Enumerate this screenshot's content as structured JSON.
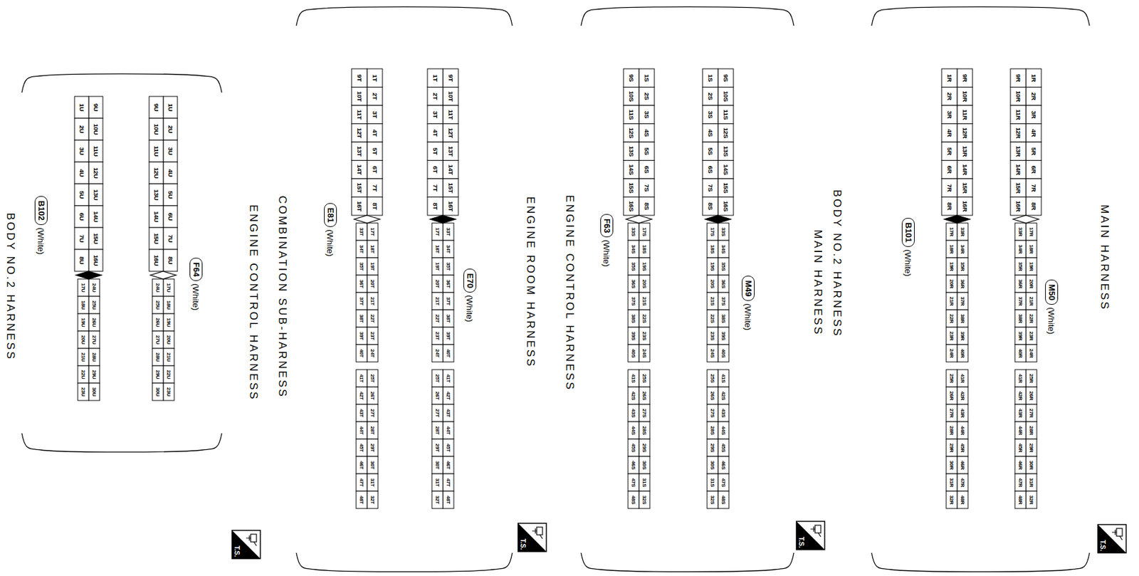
{
  "diagram": {
    "nodes": [
      {
        "text": [
          "M50"
        ]
      },
      {
        "text": [
          "B101"
        ]
      },
      {
        "text": [
          "M49"
        ]
      },
      {
        "text": [
          "F63"
        ]
      },
      {
        "text": [
          "E70"
        ]
      },
      {
        "text": [
          "E81"
        ]
      },
      {
        "text": [
          "F64"
        ]
      },
      {
        "text": [
          "B102"
        ]
      }
    ],
    "labels": [
      "MAIN HARNESS",
      "T.S.",
      "1R",
      "2R",
      "3R",
      "4R",
      "5R",
      "6R",
      "7R",
      "8R",
      "9R",
      "10R",
      "11R",
      "12R",
      "13R",
      "14R",
      "15R",
      "16R",
      "17R",
      "18R",
      "19R",
      "20R",
      "21R",
      "22R",
      "23R",
      "24R",
      "25R",
      "26R",
      "27R",
      "28R",
      "29R",
      "30R",
      "31R",
      "32R",
      "33R",
      "34R",
      "35R",
      "36R",
      "37R",
      "38R",
      "39R",
      "40R",
      "41R",
      "42R",
      "43R",
      "44R",
      "45R",
      "46R",
      "47R",
      "48R",
      "(White)",
      "9R",
      "10R",
      "11R",
      "12R",
      "13R",
      "14R",
      "15R",
      "16R",
      "1R",
      "2R",
      "3R",
      "4R",
      "5R",
      "6R",
      "7R",
      "8R",
      "33R",
      "34R",
      "35R",
      "36R",
      "37R",
      "38R",
      "39R",
      "40R",
      "41R",
      "42R",
      "43R",
      "44R",
      "45R",
      "46R",
      "47R",
      "48R",
      "17R",
      "18R",
      "19R",
      "20R",
      "21R",
      "22R",
      "23R",
      "24R",
      "25R",
      "26R",
      "27R",
      "28R",
      "29R",
      "30R",
      "31R",
      "32R",
      "(White)",
      "BODY NO.2 HARNESS",
      "MAIN HARNESS",
      "T.S.",
      "9S",
      "10S",
      "11S",
      "12S",
      "13S",
      "14S",
      "15S",
      "16S",
      "1S",
      "2S",
      "3S",
      "4S",
      "5S",
      "6S",
      "7S",
      "8S",
      "33S",
      "34S",
      "35S",
      "36S",
      "37S",
      "38S",
      "39S",
      "40S",
      "41S",
      "42S",
      "43S",
      "44S",
      "45S",
      "46S",
      "47S",
      "48S",
      "17S",
      "18S",
      "19S",
      "20S",
      "21S",
      "22S",
      "23S",
      "24S",
      "25S",
      "26S",
      "27S",
      "28S",
      "29S",
      "30S",
      "31S",
      "32S",
      "(White)",
      "1S",
      "2S",
      "3S",
      "4S",
      "5S",
      "6S",
      "7S",
      "8S",
      "9S",
      "10S",
      "11S",
      "12S",
      "13S",
      "14S",
      "15S",
      "16S",
      "17S",
      "18S",
      "19S",
      "20S",
      "21S",
      "22S",
      "23S",
      "24S",
      "25S",
      "26S",
      "27S",
      "28S",
      "29S",
      "30S",
      "31S",
      "32S",
      "33S",
      "34S",
      "35S",
      "36S",
      "37S",
      "38S",
      "39S",
      "40S",
      "41S",
      "42S",
      "43S",
      "44S",
      "45S",
      "46S",
      "47S",
      "48S",
      "(White)",
      "ENGINE CONTROL HARNESS",
      "ENGINE ROOM HARNESS",
      "T.S.",
      "9T",
      "10T",
      "11T",
      "12T",
      "13T",
      "14T",
      "15T",
      "16T",
      "1T",
      "2T",
      "3T",
      "4T",
      "5T",
      "6T",
      "7T",
      "8T",
      "33T",
      "34T",
      "35T",
      "36T",
      "37T",
      "38T",
      "39T",
      "40T",
      "41T",
      "42T",
      "43T",
      "44T",
      "45T",
      "46T",
      "47T",
      "48T",
      "17T",
      "18T",
      "19T",
      "20T",
      "21T",
      "22T",
      "23T",
      "24T",
      "25T",
      "26T",
      "27T",
      "28T",
      "29T",
      "30T",
      "31T",
      "32T",
      "(White)",
      "1T",
      "2T",
      "3T",
      "4T",
      "5T",
      "6T",
      "7T",
      "8T",
      "9T",
      "10T",
      "11T",
      "12T",
      "13T",
      "14T",
      "15T",
      "16T",
      "17T",
      "18T",
      "19T",
      "20T",
      "21T",
      "22T",
      "23T",
      "24T",
      "25T",
      "26T",
      "27T",
      "28T",
      "29T",
      "30T",
      "31T",
      "32T",
      "33T",
      "34T",
      "35T",
      "36T",
      "37T",
      "38T",
      "39T",
      "40T",
      "41T",
      "42T",
      "43T",
      "44T",
      "45T",
      "46T",
      "47T",
      "48T",
      "(White)",
      "COMBINATION SUB-HARNESS",
      "ENGINE CONTROL HARNESS",
      "T.S.",
      "1U",
      "2U",
      "3U",
      "4U",
      "5U",
      "6U",
      "7U",
      "8U",
      "9U",
      "10U",
      "11U",
      "12U",
      "13U",
      "14U",
      "15U",
      "16U",
      "17U",
      "18U",
      "19U",
      "20U",
      "21U",
      "22U",
      "23U",
      "24U",
      "25U",
      "26U",
      "27U",
      "28U",
      "29U",
      "30U",
      "(White)",
      "9U",
      "10U",
      "11U",
      "12U",
      "13U",
      "14U",
      "15U",
      "16U",
      "1U",
      "2U",
      "3U",
      "4U",
      "5U",
      "6U",
      "7U",
      "8U",
      "24U",
      "25U",
      "26U",
      "27U",
      "28U",
      "29U",
      "30U",
      "17U",
      "18U",
      "19U",
      "20U",
      "21U",
      "22U",
      "23U",
      "(White)",
      "BODY NO.2 HARNESS"
    ]
  }
}
